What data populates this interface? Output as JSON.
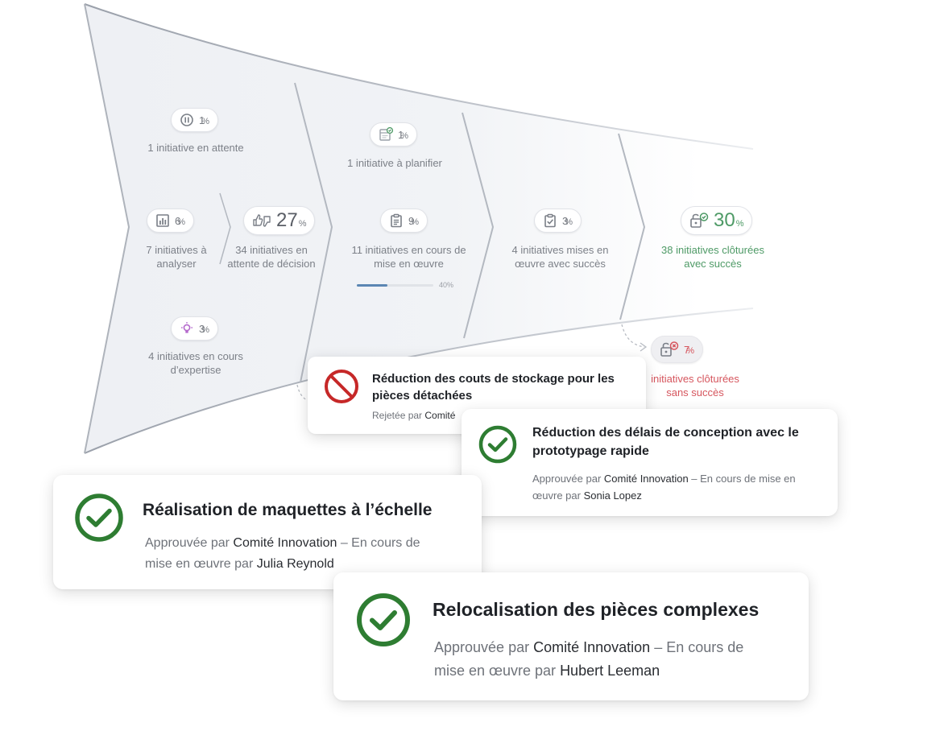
{
  "funnel": {
    "stages": [
      {
        "key": "waiting",
        "icon": "pause-icon",
        "value": "1",
        "unit": "%",
        "label": "1 initiative en attente"
      },
      {
        "key": "analyze",
        "icon": "bar-chart-icon",
        "value": "6",
        "unit": "%",
        "label_lines": [
          "7 initiatives à",
          "analyser"
        ]
      },
      {
        "key": "decision",
        "icon": "thumbs-up-down-icon",
        "value": "27",
        "unit": "%",
        "label_lines": [
          "34 initiatives en",
          "attente de décision"
        ]
      },
      {
        "key": "expertise",
        "icon": "bulb-icon",
        "value": "3",
        "unit": "%",
        "label_lines": [
          "4 initiatives en cours",
          "d’expertise"
        ]
      },
      {
        "key": "plan",
        "icon": "calendar-icon",
        "value": "1",
        "unit": "%",
        "label": "1 initiative à planifier"
      },
      {
        "key": "implementation",
        "icon": "clipboard-icon",
        "value": "9",
        "unit": "%",
        "label_lines": [
          "11 initiatives en cours de",
          "mise en œuvre"
        ],
        "progress": {
          "value": 40,
          "label": "40%"
        }
      },
      {
        "key": "success",
        "icon": "checked-clipboard-icon",
        "value": "3",
        "unit": "%",
        "label_lines": [
          "4 initiatives mises en",
          "œuvre avec succès"
        ]
      },
      {
        "key": "closed_success",
        "icon": "lock-check-icon",
        "value": "30",
        "unit": "%",
        "label_lines": [
          "38 initiatives clôturées",
          "avec succès"
        ]
      },
      {
        "key": "closed_fail",
        "icon": "lock-cross-icon",
        "value": "7",
        "unit": "%",
        "label_lines": [
          "initiatives clôturées",
          "sans succès"
        ]
      }
    ]
  },
  "cards": [
    {
      "key": "stockage",
      "status": "rejected",
      "title_lines": [
        "Réduction des couts de stockage pour les",
        "pièces détachées"
      ],
      "sub": {
        "pre": "Rejetée par ",
        "by": "Comité"
      }
    },
    {
      "key": "delais",
      "status": "approved",
      "title_lines": [
        "Réduction des délais de conception avec le",
        "prototypage rapide"
      ],
      "sub": {
        "pre": "Approuvée par ",
        "by": "Comité Innovation",
        "mid": " – En cours de mise en",
        "line2_pre": "œuvre par ",
        "owner": "Sonia Lopez"
      }
    },
    {
      "key": "maquettes",
      "status": "approved",
      "title_lines": [
        "Réalisation de maquettes à l’échelle"
      ],
      "sub": {
        "pre": "Approuvée par ",
        "by": "Comité Innovation",
        "mid": " – En cours de",
        "line2_pre": "mise en œuvre par ",
        "owner": "Julia Reynold"
      }
    },
    {
      "key": "relocalisation",
      "status": "approved",
      "title_lines": [
        "Relocalisation des pièces complexes"
      ],
      "sub": {
        "pre": "Approuvée par ",
        "by": "Comité Innovation",
        "mid": " – En cours de",
        "line2_pre": "mise en œuvre par ",
        "owner": "Hubert Leeman"
      }
    }
  ],
  "colors": {
    "approved": "#2e7d32",
    "rejected": "#c62828",
    "accent_green": "#4e9a66",
    "accent_red": "#d6565e",
    "progress": "#5b86b3"
  }
}
